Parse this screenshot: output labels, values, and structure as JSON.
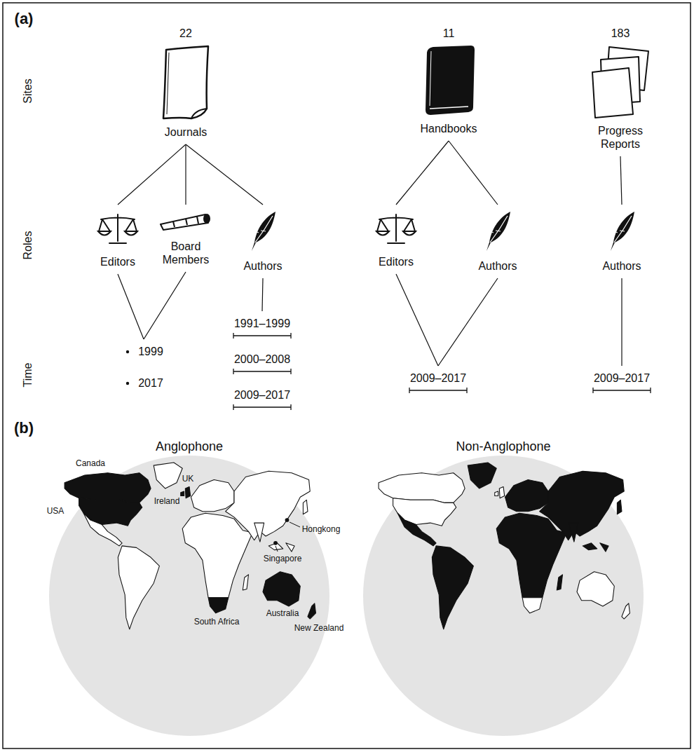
{
  "diagram": {
    "nodes": [
      {
        "text": [
          "22",
          "Journals"
        ]
      },
      {
        "text": [
          "11",
          "Handbooks"
        ]
      },
      {
        "text": [
          "183",
          "Progress Reports"
        ]
      },
      {
        "text": [
          "Editors"
        ]
      },
      {
        "text": [
          "Board Members"
        ]
      },
      {
        "text": [
          "Authors"
        ]
      },
      {
        "text": [
          "Editors"
        ]
      },
      {
        "text": [
          "Authors"
        ]
      },
      {
        "text": [
          "Authors"
        ]
      },
      {
        "text": [
          "1999",
          "2017"
        ]
      },
      {
        "text": [
          "1991–1999",
          "2000–2008",
          "2009–2017"
        ]
      },
      {
        "text": [
          "2009–2017"
        ]
      },
      {
        "text": [
          "2009–2017"
        ]
      }
    ],
    "edges": [
      {
        "from": 0,
        "to": 3,
        "arrow": "none"
      },
      {
        "from": 0,
        "to": 4,
        "arrow": "none"
      },
      {
        "from": 0,
        "to": 5,
        "arrow": "none"
      },
      {
        "from": 1,
        "to": 6,
        "arrow": "none"
      },
      {
        "from": 1,
        "to": 7,
        "arrow": "none"
      },
      {
        "from": 2,
        "to": 8,
        "arrow": "none"
      },
      {
        "from": 3,
        "to": 9,
        "arrow": "none"
      },
      {
        "from": 4,
        "to": 9,
        "arrow": "none"
      },
      {
        "from": 5,
        "to": 10,
        "arrow": "none"
      },
      {
        "from": 6,
        "to": 11,
        "arrow": "none"
      },
      {
        "from": 7,
        "to": 11,
        "arrow": "none"
      },
      {
        "from": 8,
        "to": 12,
        "arrow": "none"
      }
    ],
    "labels": [
      "(a)",
      "Sites",
      "Roles",
      "Time",
      "(b)",
      "Anglophone",
      "Non-Anglophone",
      "Canada",
      "UK",
      "USA",
      "Ireland",
      "Hongkong",
      "Singapore",
      "South Africa",
      "Australia",
      "New Zealand"
    ]
  }
}
